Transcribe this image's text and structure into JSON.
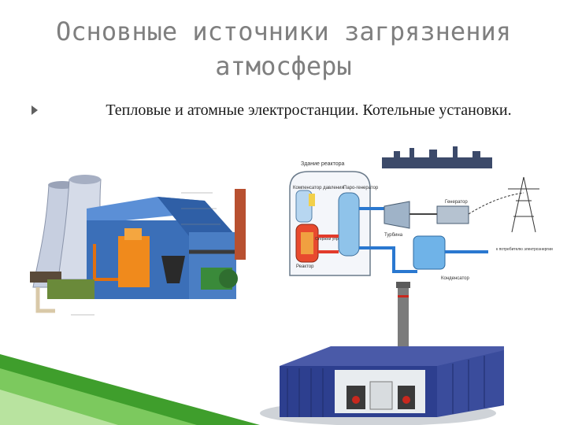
{
  "slide": {
    "title_line1": "Основные источники загрязнения",
    "title_line2": "атмосферы",
    "bullet_text": "Тепловые и атомные электростанции. Котельные установки."
  },
  "diagram": {
    "reactor_building": "Здание реактора",
    "compensator": "Компенсатор давления",
    "steam_generator": "Паро-генератор",
    "control_rods": "Стержни управления",
    "reactor": "Реактор",
    "generator": "Генератор",
    "turbine": "Турбина",
    "condenser": "Конденсатор",
    "to_grid": "к потребителю электроэнергии"
  },
  "colors": {
    "title": "#7f7f7f",
    "accent_green": "#4aa832",
    "plant_blue": "#3b6fb8",
    "water_blue": "#2a78d0",
    "hot_red": "#e23b2b",
    "building_navy": "#2d3f8f"
  }
}
